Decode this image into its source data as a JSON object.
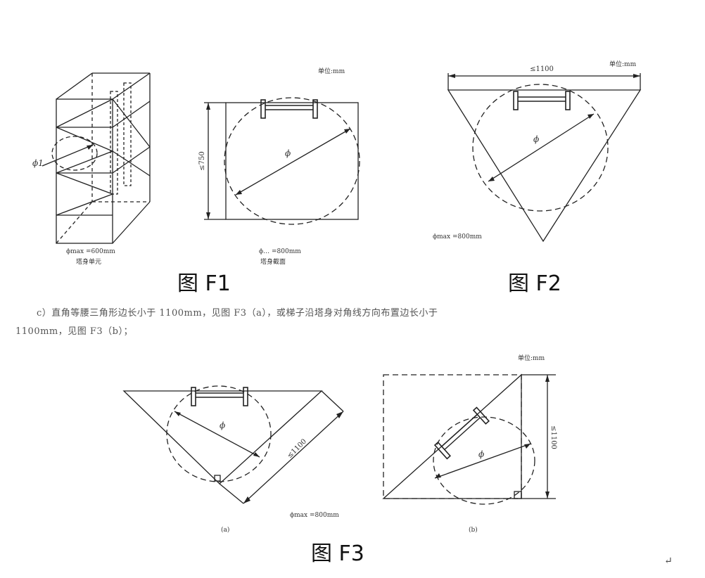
{
  "units_label": "单位:mm",
  "f1": {
    "left_label_phi": "ϕ1",
    "left_label_max": "ϕmax =600mm",
    "left_caption": "塔身单元",
    "right_dim": "≤750",
    "right_phi": "ϕ",
    "right_label_max": "ϕ… =800mm",
    "right_caption": "塔身截面",
    "caption": "图 F1"
  },
  "f2": {
    "top_dim": "≤1100",
    "phi": "ϕ",
    "label_max": "ϕmax =800mm",
    "caption": "图 F2"
  },
  "paragraph": {
    "line1": "c）直角等腰三角形边长小于 1100mm，见图 F3（a），或梯子沿塔身对角线方向布置边长小于",
    "line2": "1100mm，见图 F3（b）；"
  },
  "f3": {
    "a_dim": "≤1100",
    "a_phi": "ϕ",
    "a_label_max": "ϕmax =800mm",
    "a_sub": "(a)",
    "b_dim": "≤1100",
    "b_phi": "ϕ",
    "b_sub": "(b)",
    "caption": "图 F3"
  },
  "return_mark": "↵"
}
